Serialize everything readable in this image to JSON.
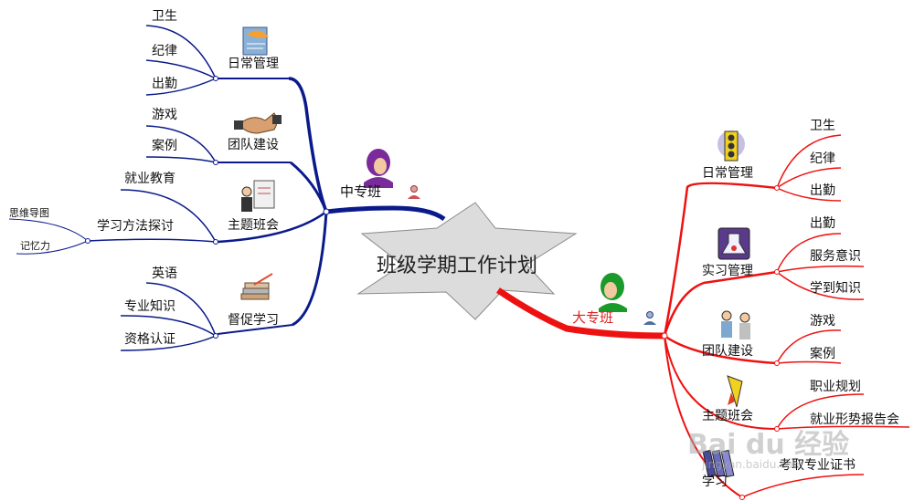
{
  "center": {
    "title": "班级学期工作计划"
  },
  "left": {
    "title": "中专班",
    "branches": [
      {
        "label": "日常管理",
        "icon": "dove-paper-icon",
        "children": [
          "卫生",
          "纪律",
          "出勤"
        ]
      },
      {
        "label": "团队建设",
        "icon": "handshake-icon",
        "children": [
          "游戏",
          "案例"
        ]
      },
      {
        "label": "主题班会",
        "icon": "presenter-icon",
        "children": [
          "就业教育",
          "学习方法探讨"
        ],
        "grandchildren": [
          "思维导图",
          "记忆力"
        ]
      },
      {
        "label": "督促学习",
        "icon": "books-icon",
        "children": [
          "英语",
          "专业知识",
          "资格认证"
        ]
      }
    ]
  },
  "right": {
    "title": "大专班",
    "branches": [
      {
        "label": "日常管理",
        "icon": "traffic-light-icon",
        "children": [
          "卫生",
          "纪律",
          "出勤"
        ]
      },
      {
        "label": "实习管理",
        "icon": "lab-flask-icon",
        "children": [
          "出勤",
          "服务意识",
          "学到知识"
        ]
      },
      {
        "label": "团队建设",
        "icon": "people-meeting-icon",
        "children": [
          "游戏",
          "案例"
        ]
      },
      {
        "label": "主题班会",
        "icon": "rocket-icon",
        "children": [
          "职业规划",
          "就业形势报告会"
        ]
      },
      {
        "label": "学习",
        "icon": "books-stack-icon",
        "children": [
          "考取专业证书"
        ]
      }
    ]
  },
  "watermark": {
    "text": "Bai du 经验",
    "url": "jingyan.baidu.com"
  },
  "colors": {
    "left_branch": "#0a1a8a",
    "right_branch": "#ee1111",
    "star_fill": "#d9d9d9",
    "left_avatar": "#7a2a9a",
    "right_avatar": "#1a9a2a"
  }
}
